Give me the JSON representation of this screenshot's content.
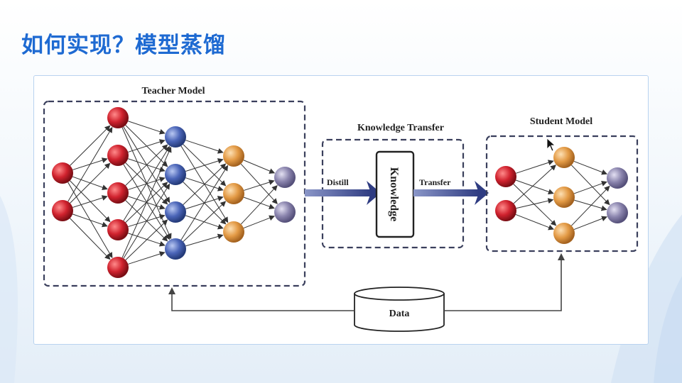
{
  "slide": {
    "title": "如何实现？模型蒸馏"
  },
  "diagram": {
    "teacher_label": "Teacher Model",
    "knowledge_transfer_label": "Knowledge Transfer",
    "student_label": "Student Model",
    "distill_label": "Distill",
    "transfer_label": "Transfer",
    "knowledge_label": "Knowledge",
    "data_label": "Data",
    "colors": {
      "input_node": "#cc1f2b",
      "hidden1_node": "#c21d2a",
      "hidden2_node": "#4b65b8",
      "hidden3_node": "#e39a45",
      "output_node": "#8a84ad",
      "arrow": "#3d4a8c",
      "dash_border": "#3a3f5c",
      "title": "#1e6ad2"
    },
    "teacher_layers": [
      2,
      5,
      4,
      3,
      2
    ],
    "student_layers": [
      2,
      3,
      2
    ]
  }
}
